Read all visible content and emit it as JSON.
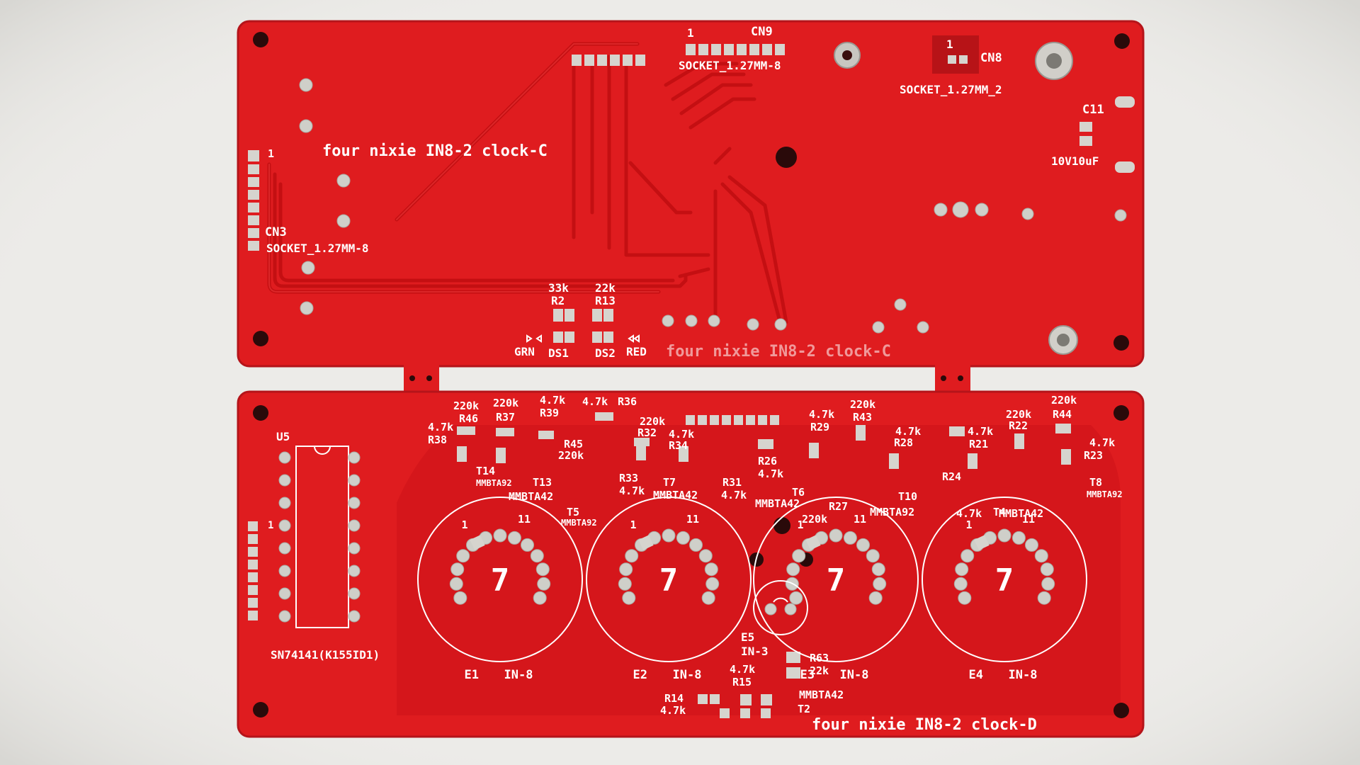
{
  "colors": {
    "background": "#ecebe8",
    "board": "#df1c1f",
    "board_edge": "#b5141a",
    "copper_trace": "#c40f12",
    "silkscreen": "#ffffff",
    "pad_finish": "#cfcfc9",
    "mount_hole": "#2a0a0a"
  },
  "board_c": {
    "title_top": "four nixie IN8-2 clock-C",
    "title_bottom": "four nixie IN8-2 clock-C",
    "cn9": {
      "ref": "CN9",
      "pin1": "1",
      "footprint": "SOCKET_1.27MM-8"
    },
    "cn8": {
      "ref": "CN8",
      "pin1": "1",
      "footprint": "SOCKET_1.27MM_2"
    },
    "cn3": {
      "ref": "CN3",
      "pin1": "1",
      "footprint": "SOCKET_1.27MM-8"
    },
    "c11": {
      "ref": "C11",
      "value": "10V10uF"
    },
    "r2": {
      "value": "33k",
      "ref": "R2"
    },
    "r13": {
      "value": "22k",
      "ref": "R13"
    },
    "ds1": {
      "ref": "DS1",
      "color": "GRN"
    },
    "ds2": {
      "ref": "DS2",
      "color": "RED"
    }
  },
  "board_d": {
    "title": "four nixie IN8-2 clock-D",
    "u5": {
      "ref": "U5",
      "pin1": "1",
      "part": "SN74141(K155ID1)"
    },
    "tubes": [
      {
        "ref": "E1",
        "type": "IN-8",
        "digit": "7",
        "pin1": "1",
        "pin11": "11"
      },
      {
        "ref": "E2",
        "type": "IN-8",
        "digit": "7",
        "pin1": "1",
        "pin11": "11"
      },
      {
        "ref": "E3",
        "type": "IN-8",
        "digit": "7",
        "pin1": "1",
        "pin11": "11"
      },
      {
        "ref": "E4",
        "type": "IN-8",
        "digit": "7",
        "pin1": "1",
        "pin11": "11"
      }
    ],
    "e5": {
      "ref": "E5",
      "type": "IN-3"
    },
    "parts": {
      "r46": {
        "value": "220k",
        "ref": "R46"
      },
      "r37": {
        "value": "220k",
        "ref": "R37"
      },
      "r39": {
        "value": "4.7k",
        "ref": "R39"
      },
      "r36": {
        "value": "4.7k",
        "ref": "R36"
      },
      "r38": {
        "value": "4.7k",
        "ref": "R38"
      },
      "r45": {
        "value": "220k",
        "ref": "R45"
      },
      "r32": {
        "value": "220k",
        "ref": "R32"
      },
      "r34": {
        "value": "4.7k",
        "ref": "R34"
      },
      "r33": {
        "value": "4.7k",
        "ref": "R33"
      },
      "r31": {
        "value": "4.7k",
        "ref": "R31"
      },
      "r26": {
        "value": "4.7k",
        "ref": "R26"
      },
      "r29": {
        "value": "4.7k",
        "ref": "R29"
      },
      "r43": {
        "value": "220k",
        "ref": "R43"
      },
      "r28": {
        "value": "4.7k",
        "ref": "R28"
      },
      "r27": {
        "value": "220k",
        "ref": "R27"
      },
      "r21": {
        "value": "4.7k",
        "ref": "R21"
      },
      "r22": {
        "value": "220k",
        "ref": "R22"
      },
      "r44": {
        "value": "220k",
        "ref": "R44"
      },
      "r23": {
        "value": "4.7k",
        "ref": "R23"
      },
      "r24": {
        "value": "4.7k",
        "ref": "R24"
      },
      "r63": {
        "value": "22k",
        "ref": "R63"
      },
      "r15": {
        "value": "4.7k",
        "ref": "R15"
      },
      "r14": {
        "value": "4.7k",
        "ref": "R14"
      },
      "t14": {
        "ref": "T14",
        "part": "MMBTA92"
      },
      "t13": {
        "ref": "T13",
        "part": "MMBTA42"
      },
      "t5": {
        "ref": "T5",
        "part": "MMBTA92"
      },
      "t7": {
        "ref": "T7",
        "part": "MMBTA42"
      },
      "t6": {
        "ref": "T6",
        "part": "MMBTA42"
      },
      "t10": {
        "ref": "T10",
        "part": "MMBTA92"
      },
      "t4": {
        "ref": "T4",
        "part": "MMBTA42"
      },
      "t8": {
        "ref": "T8",
        "part": "MMBTA92"
      },
      "t2": {
        "ref": "T2",
        "part": "MMBTA42"
      }
    }
  }
}
